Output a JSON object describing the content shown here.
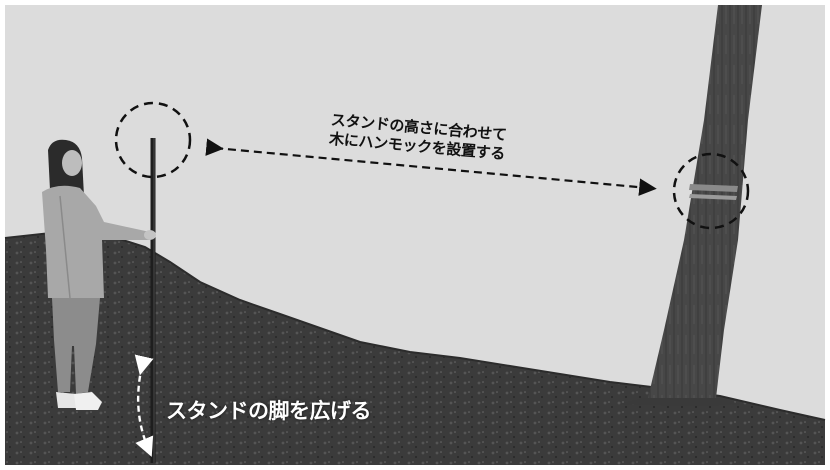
{
  "captions": {
    "top_line1": "スタンドの高さに合わせて",
    "top_line2": "木にハンモックを設置する",
    "bottom": "スタンドの脚を広げる"
  },
  "colors": {
    "background": "#dcdcdc",
    "ground": "#3e3e3e",
    "tree": "#444444",
    "annotation_stroke": "#111111",
    "bottom_caption": "#ffffff"
  },
  "scene": {
    "subject": "person-holding-stand-pole",
    "target": "tree-with-strap"
  }
}
